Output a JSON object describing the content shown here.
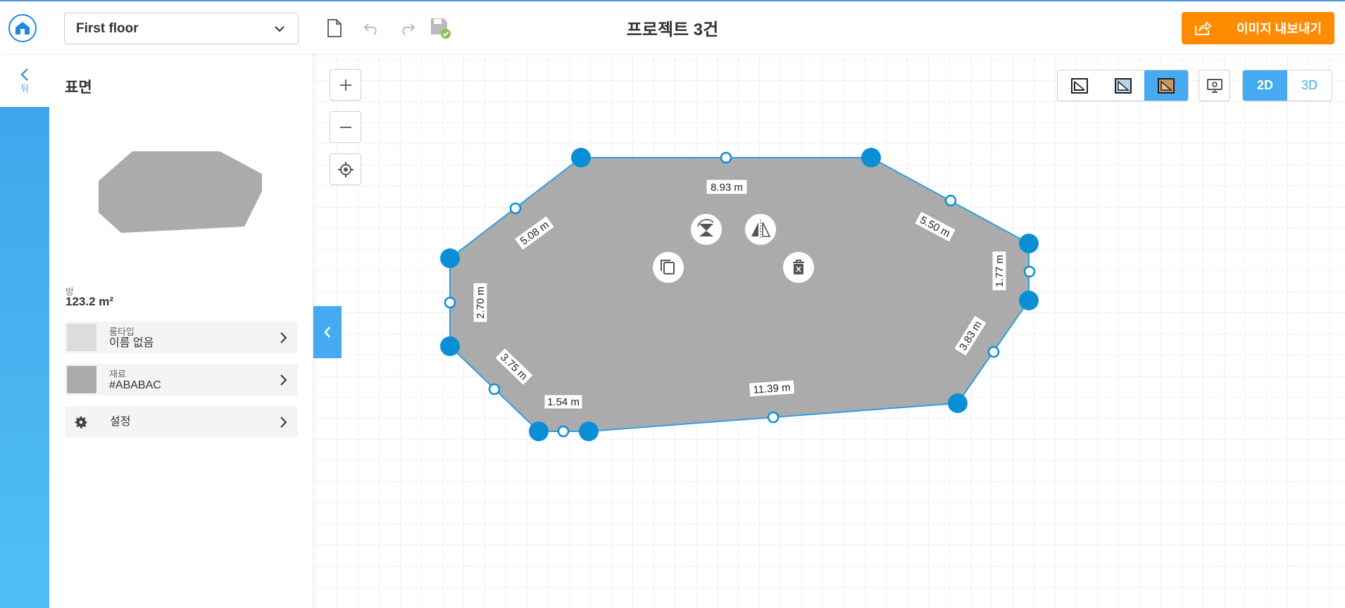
{
  "header": {
    "floor_select_value": "First floor",
    "title": "프로젝트 3건",
    "export_label": "이미지 내보내기"
  },
  "sidebar": {
    "back_label": "뒤",
    "panel_title": "표면",
    "area_label": "방",
    "area_value": "123.2 m²",
    "rows": [
      {
        "small": "룸타입",
        "main": "이름 없음",
        "swatch": "#dcdcdc"
      },
      {
        "small": "재료",
        "main": "#ABABAC",
        "swatch": "#ababac"
      },
      {
        "main": "설정",
        "icon": "gear-icon"
      }
    ]
  },
  "view": {
    "dim_2d": "2D",
    "dim_3d": "3D",
    "active_dim": "2D"
  },
  "colors": {
    "accent": "#45aaf2",
    "export": "#ff8c00",
    "room_fill": "#ababac",
    "vertex": "#0a8fd6"
  },
  "measurements": {
    "top": "8.93 m",
    "upper_right": "5.50 m",
    "right": "1.77 m",
    "lower_right": "3.83 m",
    "bottom": "11.39 m",
    "bottom_short": "1.54 m",
    "lower_left": "3.75 m",
    "left": "2.70 m",
    "upper_left": "5.08 m"
  }
}
